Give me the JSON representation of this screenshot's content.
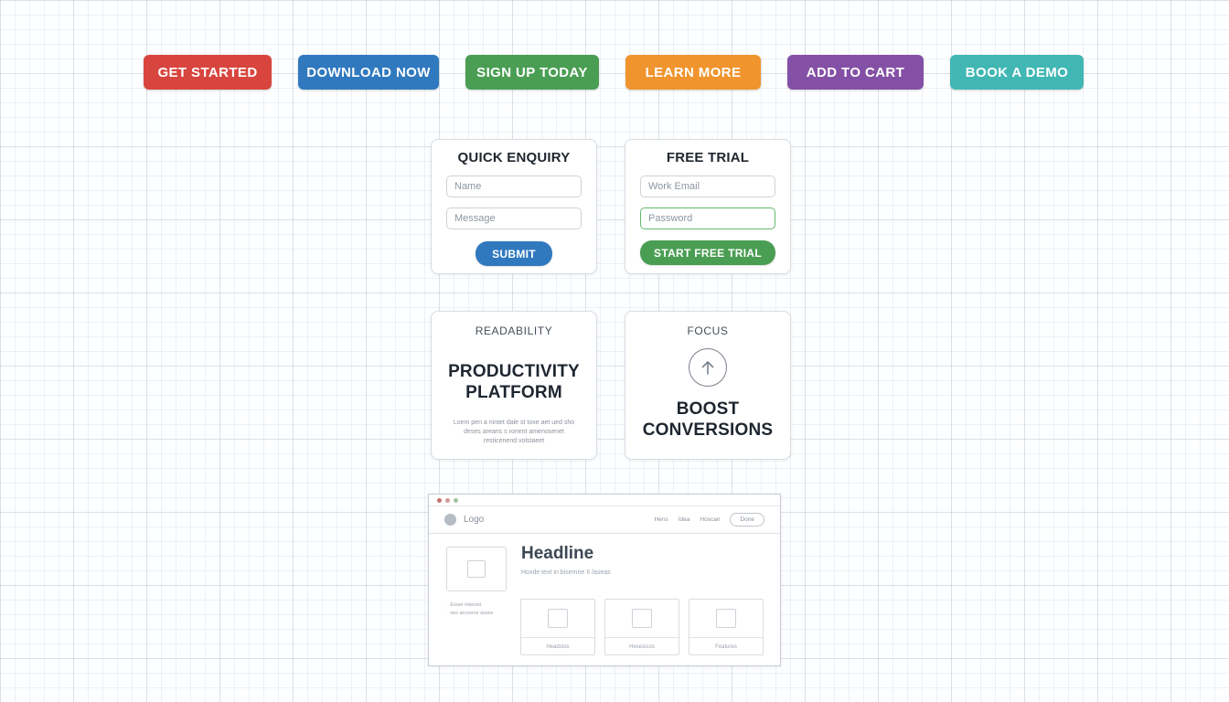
{
  "cta_buttons": [
    {
      "label": "GET STARTED",
      "color": "#d8453e"
    },
    {
      "label": "DOWNLOAD NOW",
      "color": "#3079bf"
    },
    {
      "label": "SIGN UP TODAY",
      "color": "#4a9e53"
    },
    {
      "label": "LEARN MORE",
      "color": "#f0942d"
    },
    {
      "label": "ADD TO CART",
      "color": "#8450a5"
    },
    {
      "label": "BOOK A DEMO",
      "color": "#41b7b4"
    }
  ],
  "quick_enquiry": {
    "title": "QUICK ENQUIRY",
    "name_placeholder": "Name",
    "message_placeholder": "Message",
    "submit_label": "SUBMIT",
    "submit_color": "#3079bf"
  },
  "free_trial": {
    "title": "FREE TRIAL",
    "email_placeholder": "Work Email",
    "password_placeholder": "Password",
    "password_border_color": "#63b96a",
    "submit_label": "START FREE TRIAL",
    "submit_color": "#4a9e53"
  },
  "readability_card": {
    "label": "READABILITY",
    "heading": "PRODUCTIVITY PLATFORM",
    "body": "Loem pen a nintet dale st toxe aet ued sho deses areans s ronent amenosenet resticenend volstaeet"
  },
  "focus_card": {
    "label": "FOCUS",
    "icon": "arrow-up-icon",
    "heading": "BOOST CONVERSIONS"
  },
  "browser_mockup": {
    "traffic_lights": [
      "#c4736b",
      "#cf9d95",
      "#a3c2a0"
    ],
    "logo_label": "Logo",
    "nav_links": [
      "Hens",
      "Idea",
      "Hoscan"
    ],
    "nav_button_label": "Done",
    "hero": {
      "headline": "Headline",
      "subtitle": "Hoxde text in bisemne II /aseas",
      "bullets": [
        "· Eoser interest",
        "· ses arcserve asses"
      ]
    },
    "cards": [
      {
        "caption": "Headstos"
      },
      {
        "caption": "Hesesicos"
      },
      {
        "caption": "Features"
      }
    ]
  }
}
